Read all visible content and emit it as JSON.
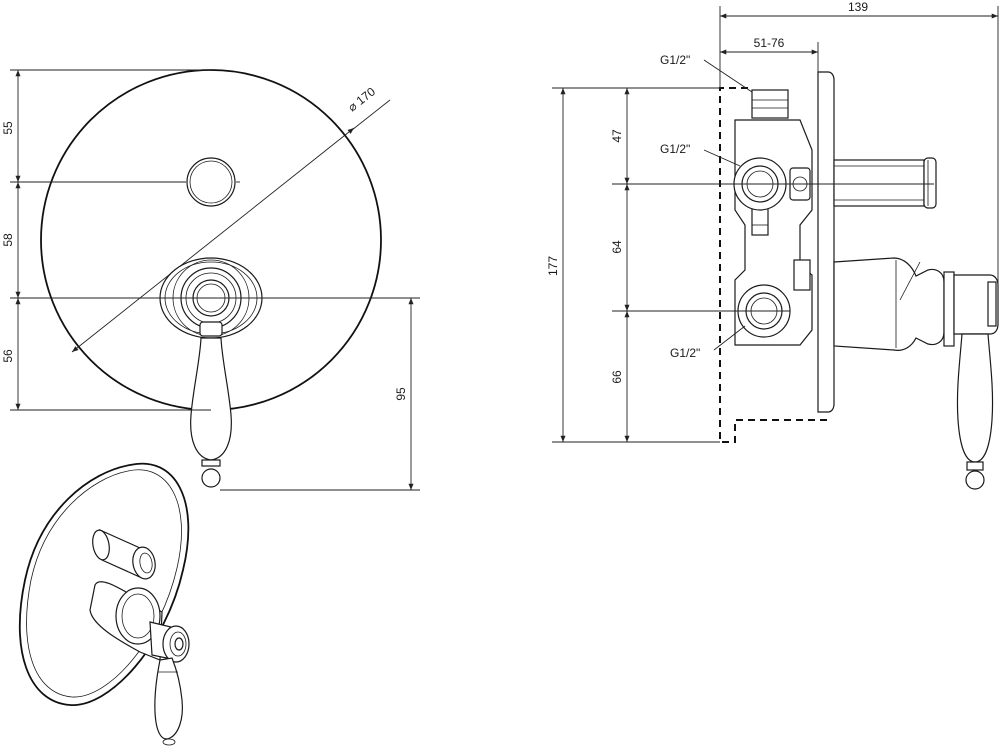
{
  "front_view": {
    "diameter_label": "⌀ 170",
    "dim_top": "55",
    "dim_middle": "58",
    "dim_bottom": "56",
    "dim_handle": "95"
  },
  "side_view": {
    "dim_total_depth": "139",
    "dim_wall_depth": "51-76",
    "dim_total_height": "177",
    "dim_upper": "47",
    "dim_middle": "64",
    "dim_lower": "66",
    "thread_top": "G1/2\"",
    "thread_middle": "G1/2\"",
    "thread_bottom": "G1/2\""
  }
}
